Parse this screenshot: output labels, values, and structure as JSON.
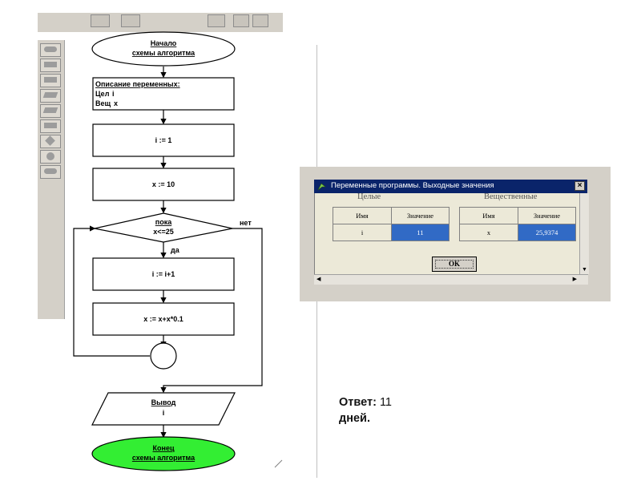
{
  "flowchart": {
    "start_line1": "Начало",
    "start_line2": "схемы алгоритма",
    "desc_title": "Описание переменных:",
    "desc_int_kw": "Цел",
    "desc_int_var": "i",
    "desc_real_kw": "Вещ",
    "desc_real_var": "x",
    "assign1": "i := 1",
    "assign2": "x := 10",
    "cond_line1": "пока",
    "cond_line2": "x<=25",
    "label_no": "нет",
    "label_yes": "да",
    "body1": "i := i+1",
    "body2": "x := x+x*0.1",
    "output_title": "Вывод",
    "output_var": "i",
    "end_line1": "Конец",
    "end_line2": "схемы алгоритма"
  },
  "dialog": {
    "title": "Переменные программы. Выходные значения",
    "close_label": "×",
    "int_group": "Целые",
    "real_group": "Вещественные",
    "col_name": "Имя",
    "col_value": "Значение",
    "int_name": "i",
    "int_value": "11",
    "real_name": "x",
    "real_value": "25,9374",
    "ok_label": "OK"
  },
  "answer": {
    "label": "Ответ:",
    "number": "11",
    "unit": "дней."
  },
  "colors": {
    "title_bar": "#0a246a",
    "selected_cell": "#316ac5",
    "end_block": "#33ee33",
    "window_gray": "#d4d0c8"
  }
}
